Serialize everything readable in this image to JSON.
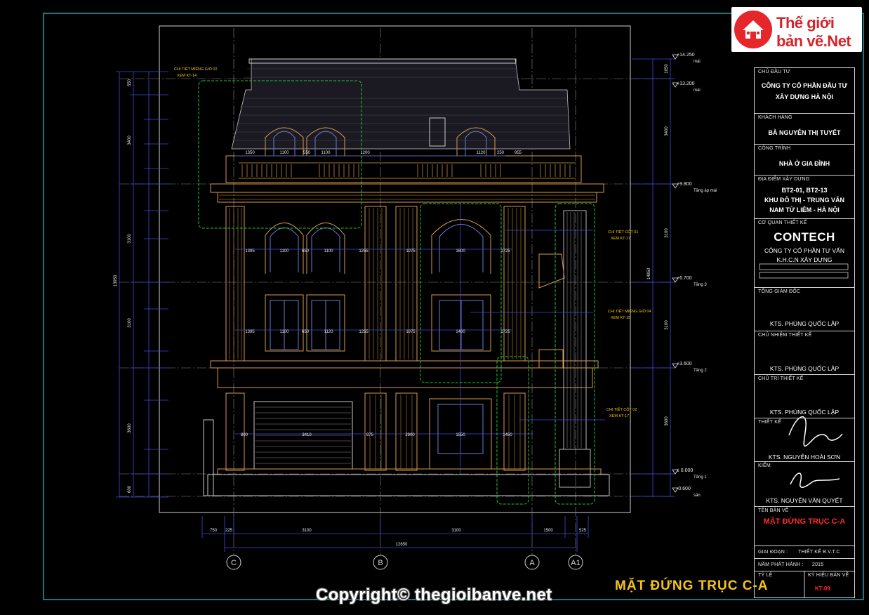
{
  "logo": {
    "line1": "Thế giới",
    "line2": "bản vẽ.Net"
  },
  "copyright": "Copyright© thegioibanve.net",
  "sheet_title": "MẶT ĐỨNG TRỤC C-A",
  "levels": [
    {
      "mark": "+14.250",
      "note": "mái"
    },
    {
      "mark": "+13.200",
      "note": "mái"
    },
    {
      "mark": "+9.800",
      "note": "Tầng áp mái"
    },
    {
      "mark": "+6.700",
      "note": "Tầng 3"
    },
    {
      "mark": "+3.600",
      "note": "Tầng 2"
    },
    {
      "mark": "± 0.000",
      "note": "Tầng 1"
    },
    {
      "mark": "-0.600",
      "note": "sân"
    }
  ],
  "axes": [
    "C",
    "B",
    "A",
    "A1"
  ],
  "bottom_dims": {
    "row1": [
      "750",
      "225",
      "3100",
      "3100",
      "1500",
      "525"
    ],
    "total": "12650"
  },
  "left_dims": {
    "outer": [
      "550",
      "3400",
      "3100",
      "3100",
      "3600",
      "600"
    ],
    "total": "13950"
  },
  "right_dims": [
    "1050",
    "3400",
    "3100",
    "3100",
    "3600",
    "14850"
  ],
  "window_dims": {
    "attic": [
      "1350",
      "1100",
      "550",
      "1100",
      "1200",
      "1120",
      "250",
      "955"
    ],
    "floor3": [
      "1395",
      "1100",
      "650",
      "1100",
      "1255",
      "1975",
      "1600",
      "1725"
    ],
    "floor2": [
      "1395",
      "1100",
      "650",
      "1120",
      "1255",
      "1975",
      "1400",
      "1725"
    ],
    "floor1": [
      "800",
      "3410",
      "875",
      "2900",
      "1550",
      "1450"
    ]
  },
  "callouts": [
    "CHI TIẾT MIẾNG GIÓ 02 XEM KT-14",
    "CHI TIẾT CỘT 01 XEM KT-17",
    "CHI TIẾT MIẾNG GIÓ 04 XEM KT-15",
    "CHI TIẾT CỘT 02 XEM KT-17"
  ],
  "title_block": {
    "owner_label": "CHỦ ĐẦU TƯ",
    "owner_line1": "CÔNG TY CỔ PHẦN ĐẦU TƯ",
    "owner_line2": "XÂY DỰNG HÀ NỘI",
    "client_label": "KHÁCH HÀNG",
    "client": "BÀ NGUYỄN THỊ TUYẾT",
    "project_label": "CÔNG TRÌNH",
    "project": "NHÀ Ở GIA ĐÌNH",
    "location_label": "ĐỊA ĐIỂM XÂY DỰNG",
    "location_line1": "BT2-01, BT2-13",
    "location_line2": "KHU ĐÔ THỊ - TRUNG VĂN",
    "location_line3": "NAM TỪ LIÊM - HÀ NỘI",
    "designer_label": "CƠ QUAN THIẾT KẾ",
    "designer_logo": "CONTECH",
    "designer_line1": "CÔNG TY CỔ PHẦN TƯ VẤN",
    "designer_line2": "K.H.C.N XÂY DỰNG",
    "director_label": "TỔNG GIÁM ĐỐC",
    "director": "KTS. PHÙNG QUỐC LẬP",
    "chief_label": "CHỦ NHIỆM THIẾT KẾ",
    "chief": "KTS. PHÙNG QUỐC LẬP",
    "lead_label": "CHỦ TRÌ THIẾT KẾ",
    "lead": "KTS. PHÙNG QUỐC LẬP",
    "drafter_label": "THIẾT KẾ",
    "drafter": "KTS. NGUYỄN HOÀI SƠN",
    "checker_label": "KIỂM",
    "checker": "KTS. NGUYỄN VĂN QUYẾT",
    "drawing_label": "TÊN BẢN VẼ",
    "drawing": "MẶT ĐỨNG TRỤC C-A",
    "phase_label": "GIAI ĐOẠN :",
    "phase": "THIẾT KẾ B.V.T.C",
    "year_label": "NĂM PHÁT HÀNH :",
    "year": "2015",
    "scale_label": "TỶ LỆ",
    "code_label": "KÝ HIỆU BẢN VẼ",
    "code": "KT-09"
  }
}
